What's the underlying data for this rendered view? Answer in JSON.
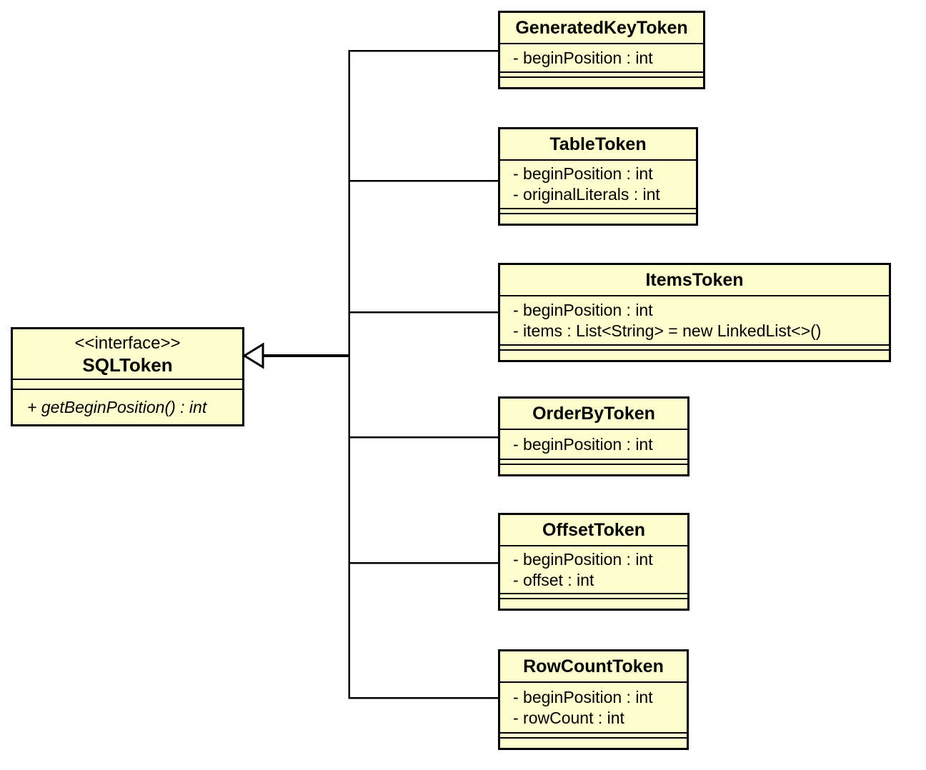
{
  "diagram": {
    "kind": "uml-class-diagram",
    "colors": {
      "node_fill": "#FEFECE",
      "node_border": "#000000",
      "line": "#000000",
      "background": "#FFFFFF"
    },
    "interface": {
      "stereotype": "<<interface>>",
      "name": "SQLToken",
      "methods": [
        "+ getBeginPosition() : int"
      ]
    },
    "classes": [
      {
        "name": "GeneratedKeyToken",
        "attributes": [
          "- beginPosition : int"
        ]
      },
      {
        "name": "TableToken",
        "attributes": [
          "- beginPosition : int",
          "- originalLiterals : int"
        ]
      },
      {
        "name": "ItemsToken",
        "attributes": [
          "- beginPosition : int",
          "- items : List<String> = new LinkedList<>()"
        ]
      },
      {
        "name": "OrderByToken",
        "attributes": [
          "- beginPosition : int"
        ]
      },
      {
        "name": "OffsetToken",
        "attributes": [
          "- beginPosition : int",
          "- offset : int"
        ]
      },
      {
        "name": "RowCountToken",
        "attributes": [
          "- beginPosition : int",
          "- rowCount : int"
        ]
      }
    ],
    "relationship": {
      "type": "realization",
      "marker": "hollow-triangle",
      "target": "SQLToken"
    }
  }
}
